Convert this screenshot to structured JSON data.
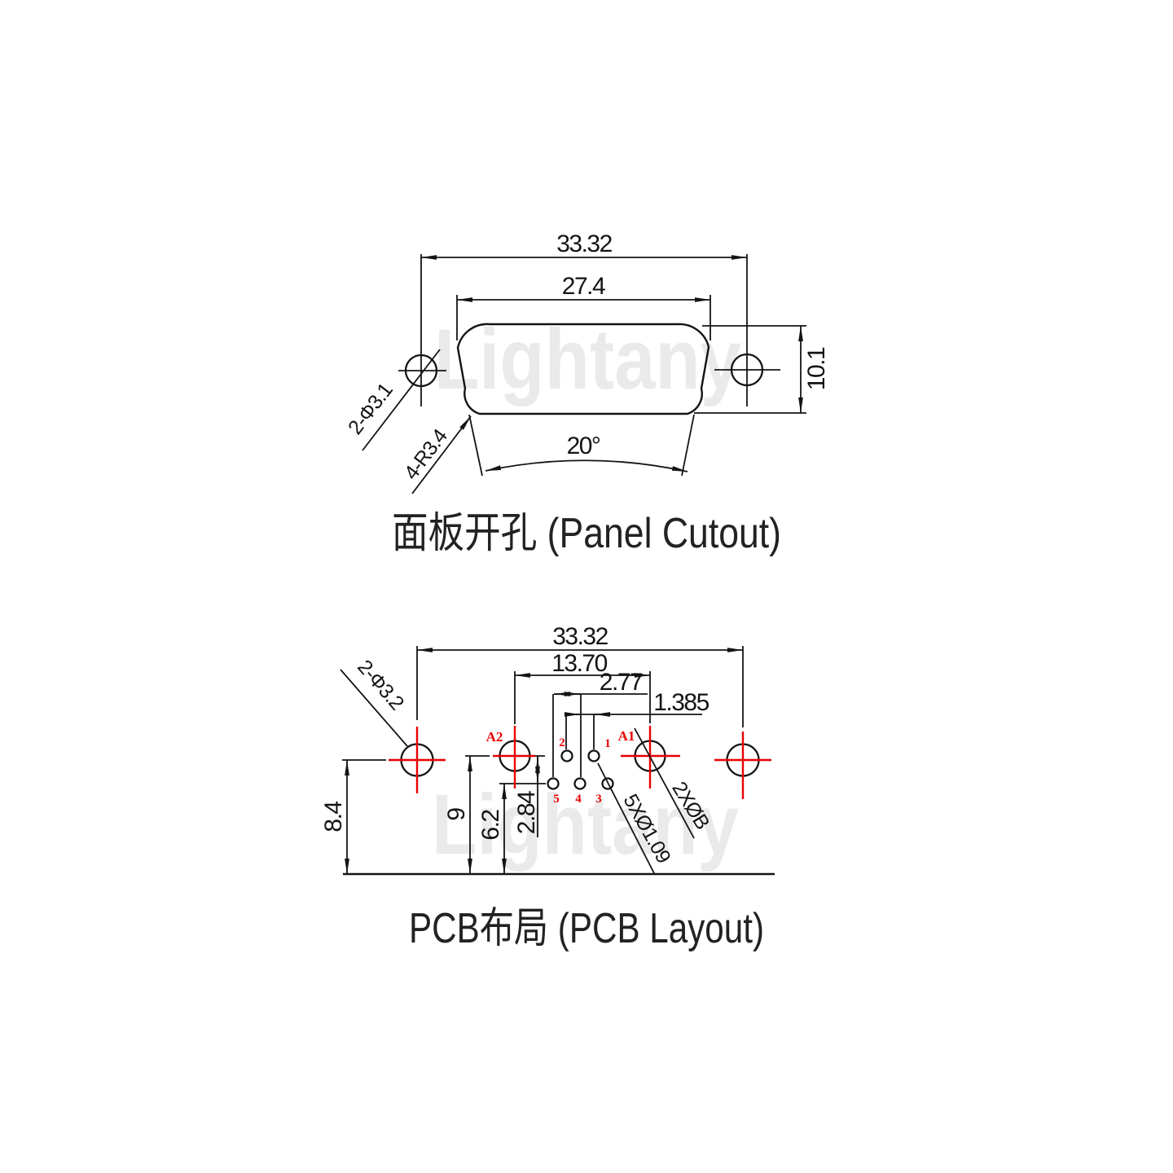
{
  "watermark": "Lightany",
  "panel_cutout": {
    "title": "面板开孔 (Panel Cutout)",
    "dim_outer_width": "33.32",
    "dim_inner_width": "27.4",
    "dim_height": "10.1",
    "label_holes": "2-Φ3.1",
    "label_corner_radius": "4-R3.4",
    "label_angle": "20°"
  },
  "pcb_layout": {
    "title": "PCB布局 (PCB Layout)",
    "dim_outer_width": "33.32",
    "dim_coax_span": "13.70",
    "dim_pin_pitch": "2.77",
    "dim_pin_offset": "1.385",
    "dim_mount_hole_height": "8.4",
    "dim_row_a_height": "9",
    "dim_bottom_row_height": "6.2",
    "dim_row_gap": "2.84",
    "label_mount_holes": "2-Φ3.2",
    "label_signal_pins": "5XØ1.09",
    "label_coax_pins": "2XØB",
    "label_a1": "A1",
    "label_a2": "A2",
    "pin_numbers": {
      "p1": "1",
      "p2": "2",
      "p3": "3",
      "p4": "4",
      "p5": "5"
    }
  }
}
